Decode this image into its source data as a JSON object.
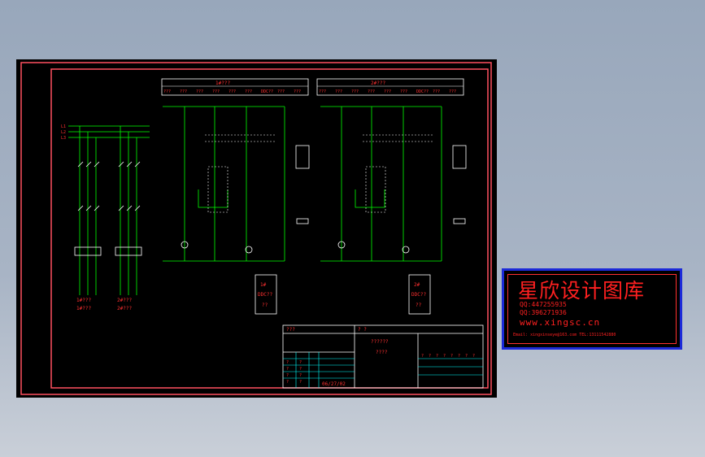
{
  "drawing": {
    "left_labels": [
      "L1",
      "L2",
      "L3"
    ],
    "section1_title": "1#???",
    "section2_title": "2#???",
    "header_cells1": [
      "???",
      "???",
      "???",
      "???",
      "???",
      "???",
      "DDC??",
      "???",
      "???"
    ],
    "header_cells2": [
      "???",
      "???",
      "???",
      "???",
      "???",
      "???",
      "DDC??",
      "???",
      "???"
    ],
    "motor_labels": [
      "1#???",
      "2#???",
      "2#???"
    ],
    "motor_label_top": "1#???",
    "motor_label_bottom_1": "1#???",
    "motor_label_bottom_2": "2#???",
    "ddc_box1": [
      "1#",
      "DDC??",
      "??"
    ],
    "ddc_box2": [
      "2#",
      "DDC??",
      "??"
    ]
  },
  "title_block": {
    "top_left": "???",
    "top_mid": "? ?",
    "center_line1": "??????",
    "center_line2": "????",
    "date": "06/27/02",
    "rows": [
      [
        "?",
        "?"
      ],
      [
        "?",
        "?"
      ],
      [
        "?",
        "?"
      ],
      [
        "?",
        "?"
      ]
    ],
    "right_row": [
      "?",
      "?",
      "?",
      "?",
      "?",
      "?",
      "?",
      "?"
    ]
  },
  "watermark": {
    "title": "星欣设计图库",
    "qq1": "QQ:447255935",
    "qq2": "QQ:396271936",
    "site": "www.xingsc.cn",
    "email": "Email: xingxinseye@163.com  TEL:13111542880"
  },
  "colors": {
    "frame": "#ff5060",
    "wire": "#00ff00",
    "text": "#ff3030",
    "blue": "#1c2ad8",
    "cyan": "#00ffff"
  }
}
